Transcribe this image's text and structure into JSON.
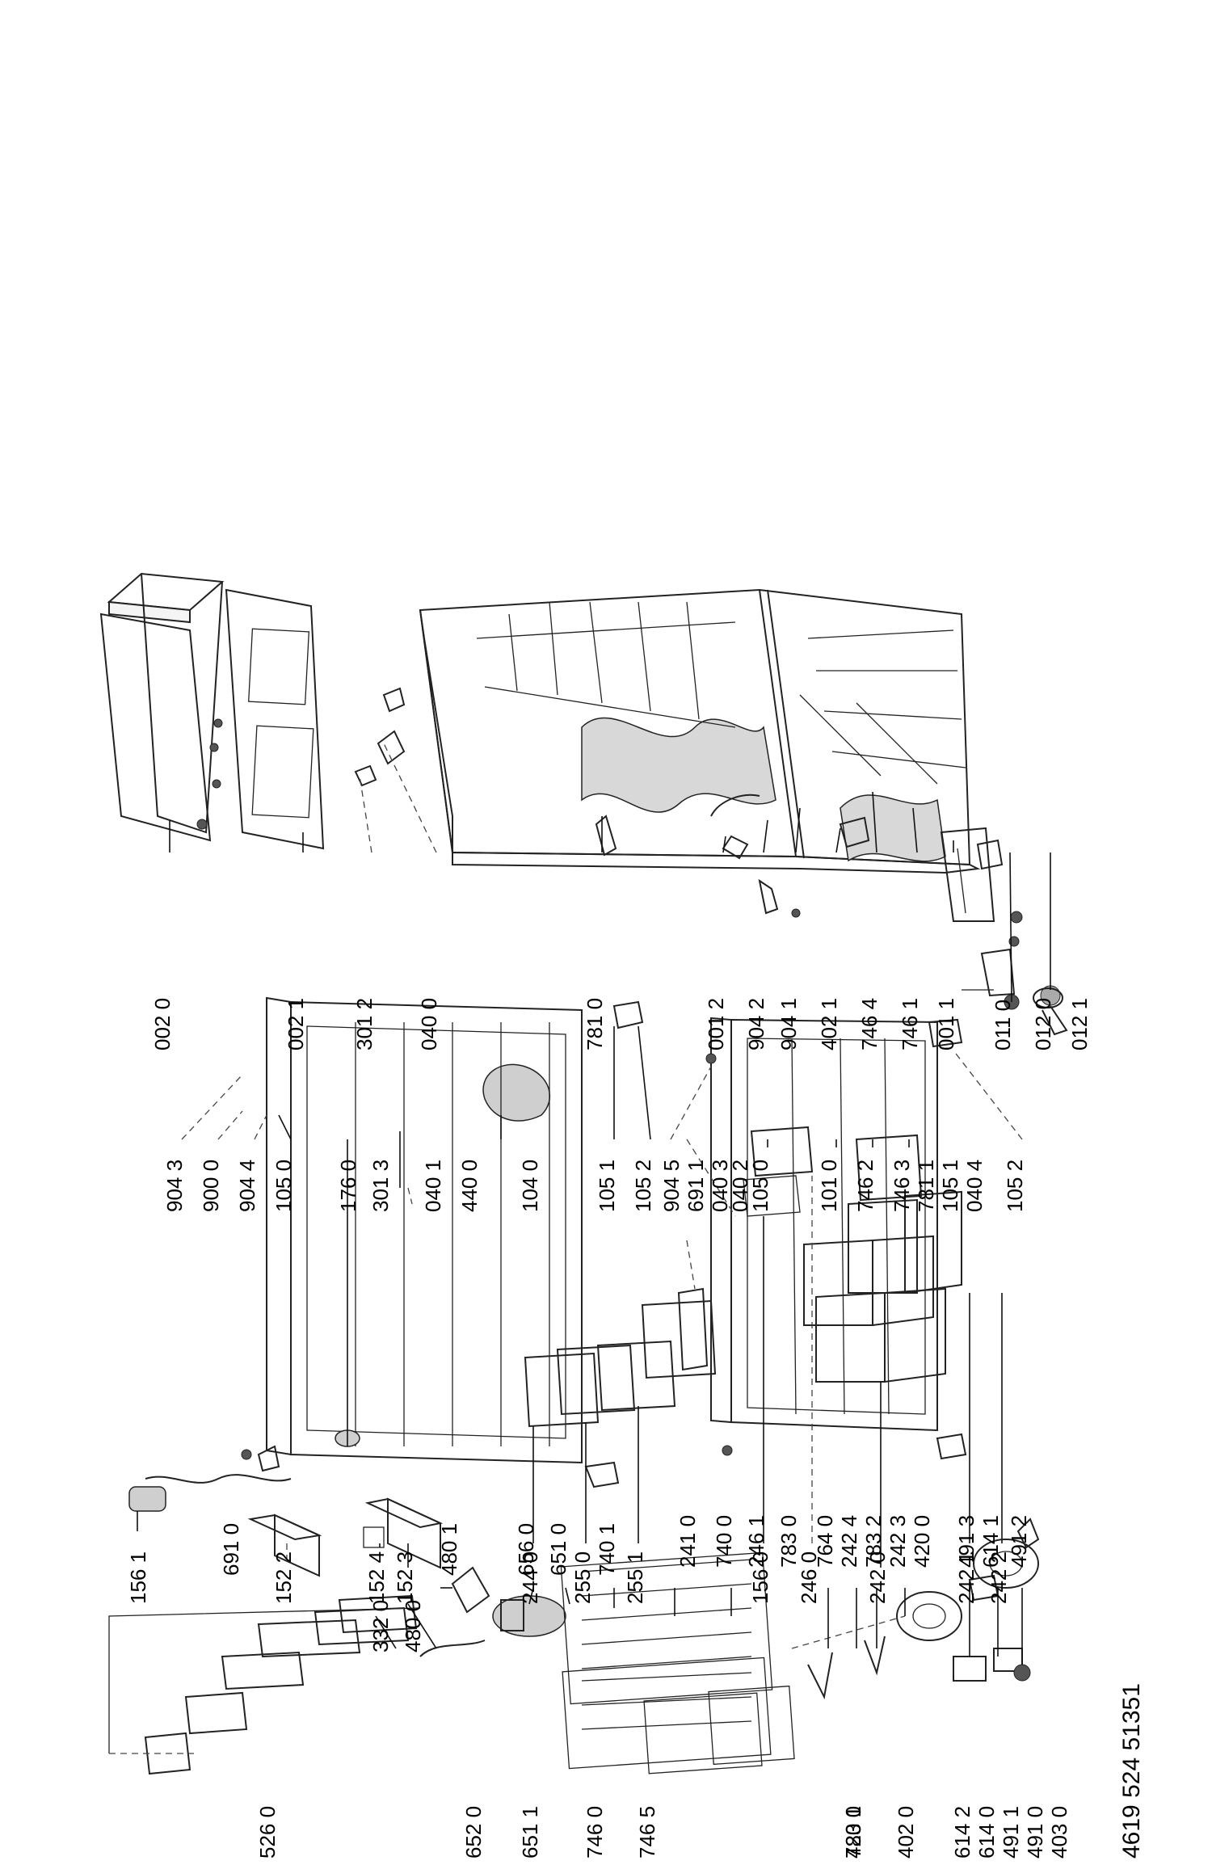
{
  "document_number": "4619 524 51351",
  "groups": {
    "cabinet": [
      "002 0",
      "002 1",
      "301 2",
      "040 0",
      "781 0",
      "001 2",
      "904 2",
      "904 1",
      "402 1",
      "746 4",
      "746 1",
      "001 1",
      "011 0",
      "012 0",
      "012 1"
    ],
    "doors": [
      "904 3",
      "900 0",
      "904 4",
      "105 0",
      "176 0",
      "301 3",
      "040 1",
      "440 0",
      "104 0",
      "105 1",
      "105 2",
      "904 5",
      "691 1",
      "040 3",
      "040 2",
      "105 0",
      "101 0",
      "746 2",
      "746 3",
      "781 1",
      "105 1",
      "040 4",
      "105 2"
    ],
    "accessories": [
      "156 1",
      "152 2",
      "152 4",
      "152 3",
      "244 0",
      "255 0",
      "255 1",
      "156 0",
      "246 0",
      "242 0",
      "242 1",
      "242 2"
    ],
    "accessories_top": [
      "241 0",
      "740 0",
      "246 1",
      "783 0",
      "764 0",
      "242 4",
      "783 2",
      "242 3",
      "420 0",
      "491 3",
      "614 1",
      "491 2"
    ],
    "cooling_left": [
      "691 0",
      "480 1",
      "656 0",
      "651 0",
      "740 1"
    ],
    "cooling_right": [
      "526 0",
      "652 0",
      "651 1",
      "746 0",
      "746 5",
      "783 1",
      "420 0",
      "402 0",
      "614 2",
      "614 0",
      "491 1",
      "491 0",
      "403 0"
    ],
    "controls": [
      "332 0",
      "480 0"
    ]
  }
}
